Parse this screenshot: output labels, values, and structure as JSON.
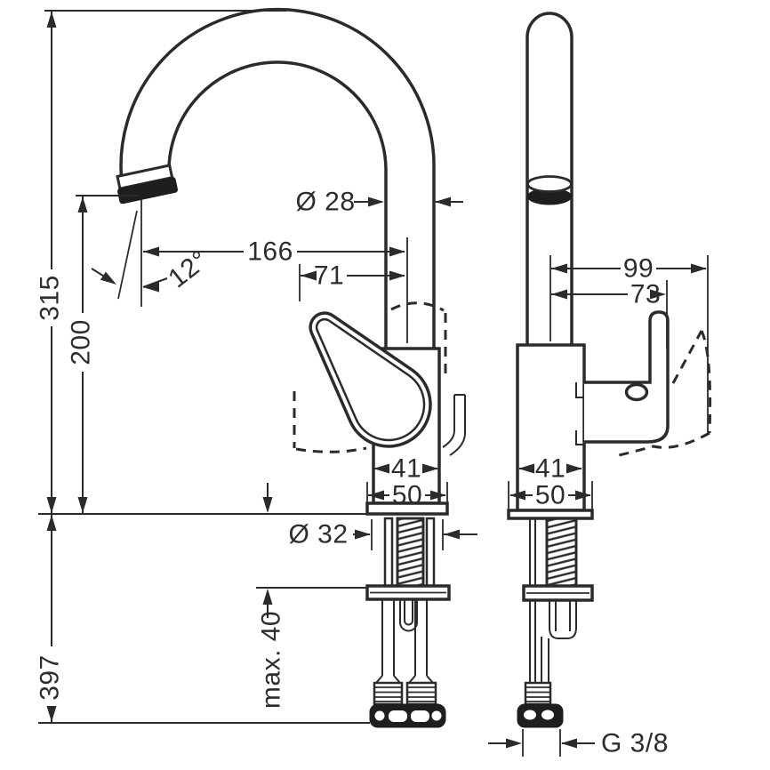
{
  "labels": {
    "front": {
      "total_height": "315",
      "spout_height": "200",
      "below_deck": "397",
      "deck_thickness": "max. 40",
      "spout_diameter": "Ø 28",
      "reach": "166",
      "handle_offset": "71",
      "spray_angle": "12°",
      "hole_diameter": "Ø 32",
      "body_width": "41",
      "base_width": "50"
    },
    "side": {
      "handle_swing": "99",
      "handle_depth": "73",
      "body_depth": "41",
      "base_depth": "50",
      "thread": "G 3/8"
    }
  }
}
